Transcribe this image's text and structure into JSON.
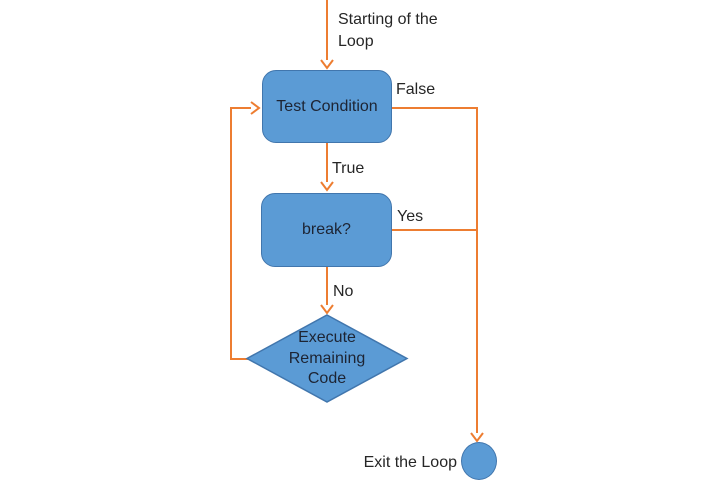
{
  "diagram": {
    "type": "flowchart",
    "nodes": {
      "start_label": "Starting of the Loop",
      "test_condition": "Test Condition",
      "break_check": "break?",
      "execute_remaining": "Execute Remaining Code",
      "exit_label": "Exit the Loop"
    },
    "edge_labels": {
      "false": "False",
      "true": "True",
      "yes": "Yes",
      "no": "No"
    },
    "colors": {
      "shape_fill": "#5b9bd5",
      "shape_border": "#4176ad",
      "connector": "#ed7d31",
      "shape_text": "#1d2433",
      "label_text": "#262626"
    },
    "edges": [
      {
        "from": "start",
        "to": "test_condition",
        "label": ""
      },
      {
        "from": "test_condition",
        "to": "exit",
        "label": "False"
      },
      {
        "from": "test_condition",
        "to": "break_check",
        "label": "True"
      },
      {
        "from": "break_check",
        "to": "exit",
        "label": "Yes"
      },
      {
        "from": "break_check",
        "to": "execute_remaining",
        "label": "No"
      },
      {
        "from": "execute_remaining",
        "to": "test_condition",
        "label": ""
      }
    ]
  }
}
